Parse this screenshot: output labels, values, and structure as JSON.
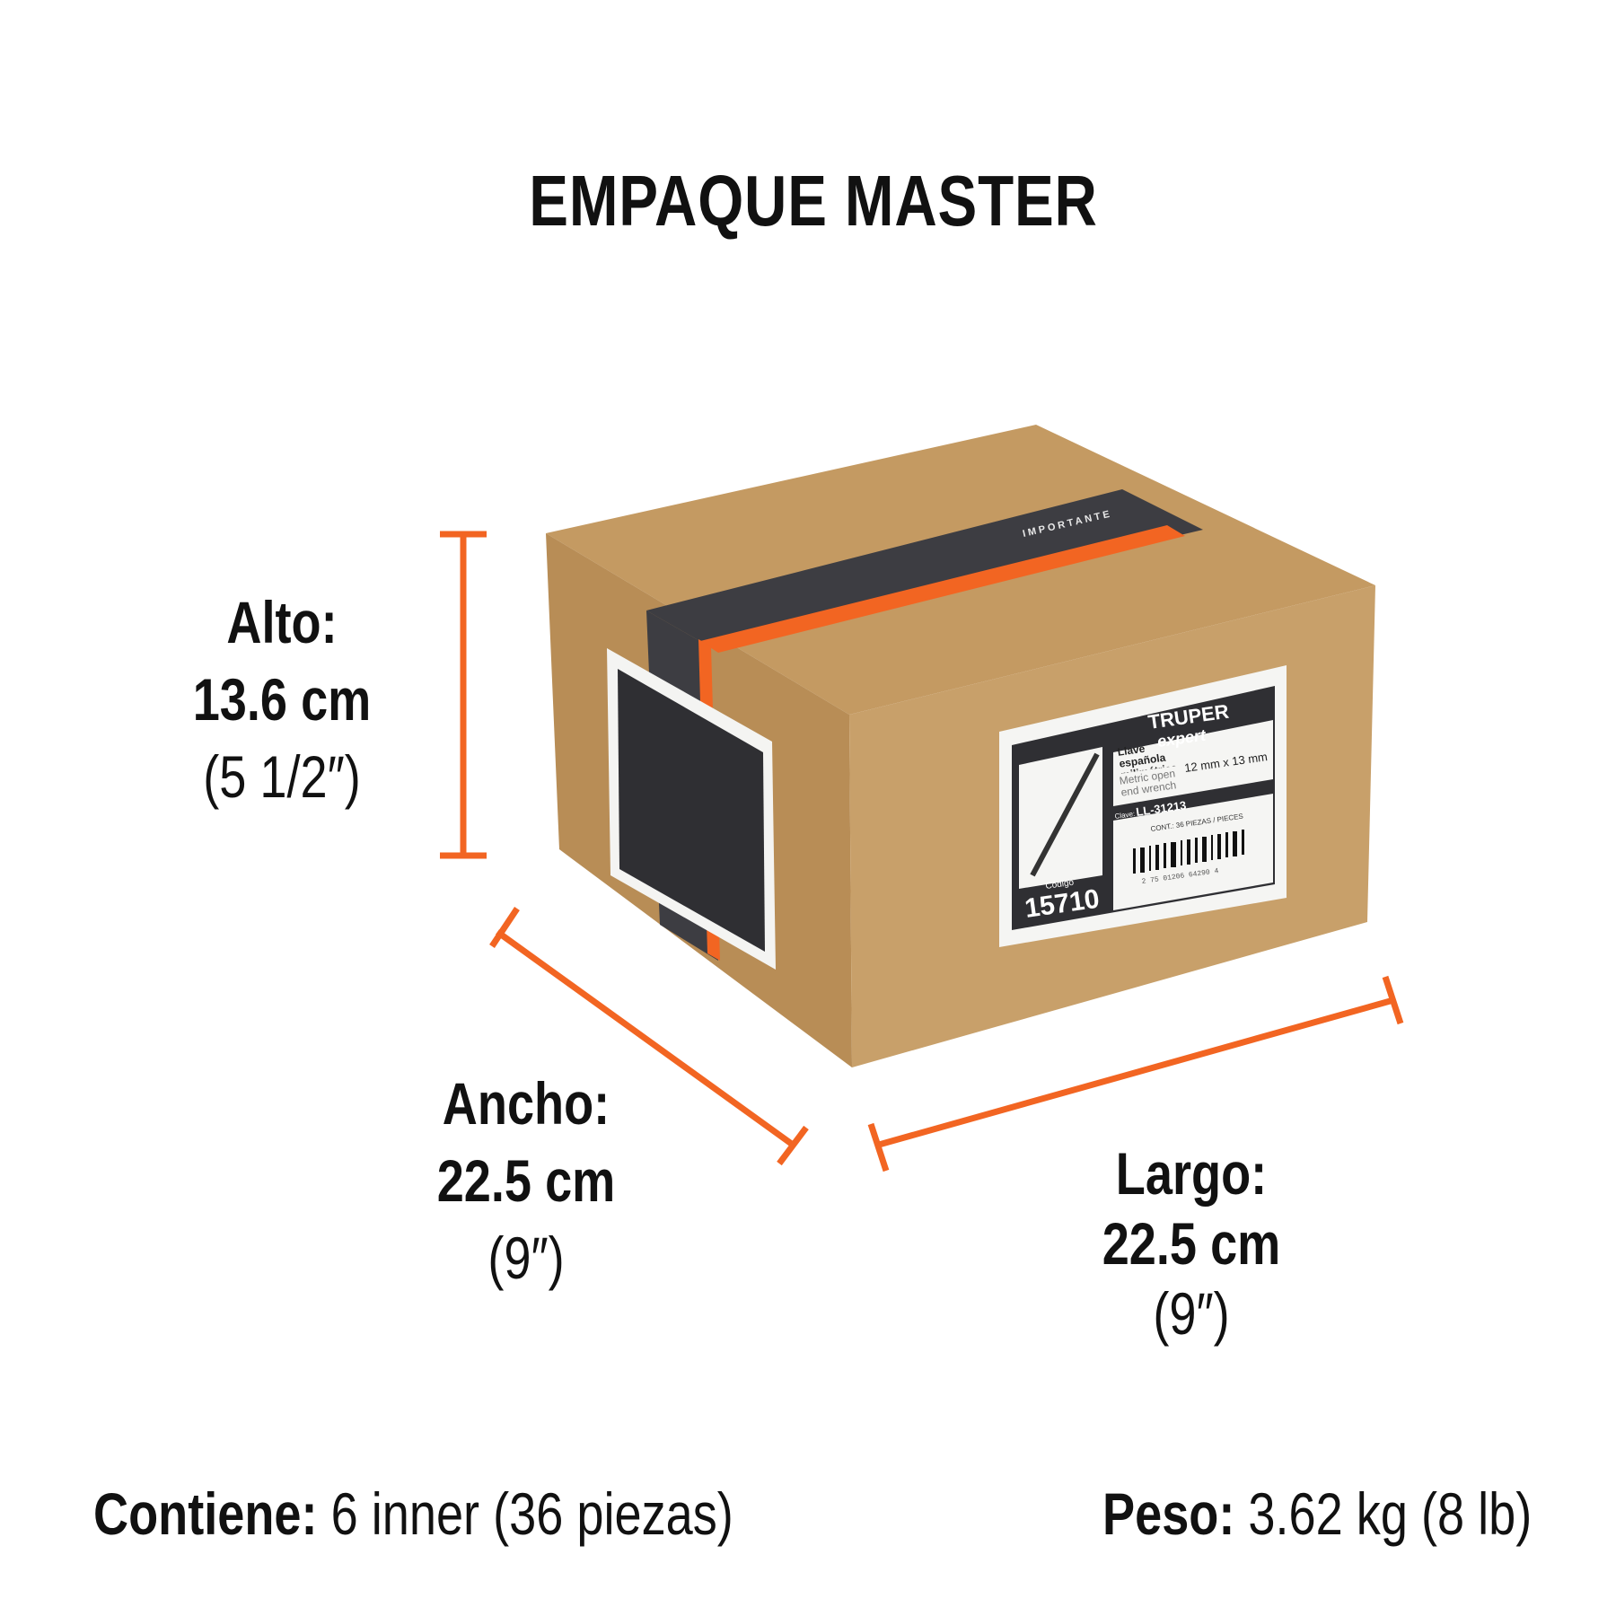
{
  "title": "EMPAQUE MASTER",
  "accent_color": "#F26522",
  "dimensions": {
    "alto": {
      "label": "Alto:",
      "metric": "13.6 cm",
      "imperial": "(5 1/2″)"
    },
    "ancho": {
      "label": "Ancho:",
      "metric": "22.5 cm",
      "imperial": "(9″)"
    },
    "largo": {
      "label": "Largo:",
      "metric": "22.5 cm",
      "imperial": "(9″)"
    }
  },
  "contents": {
    "label": "Contiene:",
    "value": "6 inner (36 piezas)"
  },
  "weight": {
    "label": "Peso:",
    "value": "3.62 kg (8 lb)"
  },
  "box_label": {
    "brand": "TRUPER",
    "sub_brand": "expert",
    "product_es": "Llave española milimétrica",
    "product_en": "Metric open end wrench",
    "size": "12 mm x 13 mm",
    "clave_label": "Clave:",
    "clave": "LL-31213",
    "contents": "CONT.: 36 PIEZAS / PIECES",
    "barcode_number": "2 75 01206 64290 4",
    "codigo_label": "Código",
    "codigo": "15710"
  },
  "tape_text": "IMPORTANTE"
}
